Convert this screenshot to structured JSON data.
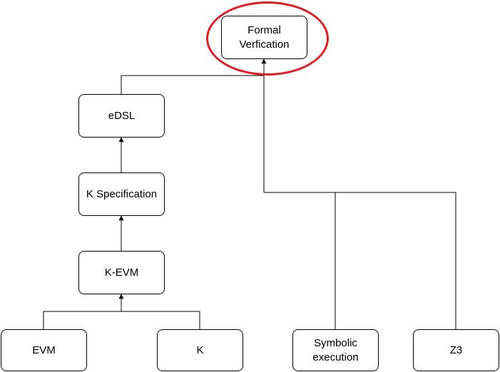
{
  "diagram": {
    "highlight_color": "#e01b24",
    "line_color": "#000000",
    "nodes": {
      "formal_verification": "Formal\nVerfication",
      "edsl": "eDSL",
      "k_specification": "K Specification",
      "k_evm": "K-EVM",
      "evm": "EVM",
      "k": "K",
      "symbolic_execution": "Symbolic\nexecution",
      "z3": "Z3"
    }
  }
}
